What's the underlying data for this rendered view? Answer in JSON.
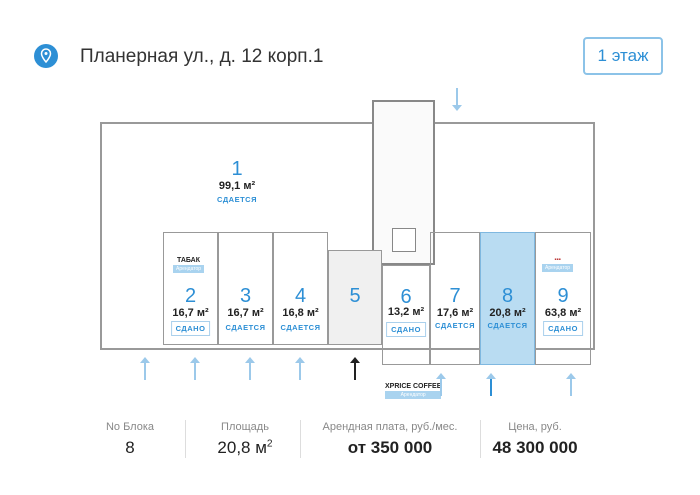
{
  "header": {
    "title": "Планерная ул., д. 12 корп.1",
    "floor_button": "1 этаж",
    "pin_icon": "map-pin-icon"
  },
  "plan": {
    "rooms": [
      {
        "num": "1",
        "area": "99,1 м²",
        "status": "СДАЕТСЯ"
      },
      {
        "num": "2",
        "area": "16,7 м²",
        "status": "СДАНО",
        "tenant": "ТАБАК",
        "tenant_sub": "Арендатор"
      },
      {
        "num": "3",
        "area": "16,7 м²",
        "status": "СДАЕТСЯ"
      },
      {
        "num": "4",
        "area": "16,8 м²",
        "status": "СДАЕТСЯ"
      },
      {
        "num": "5"
      },
      {
        "num": "6",
        "area": "13,2 м²",
        "status": "СДАНО"
      },
      {
        "num": "7",
        "area": "17,6 м²",
        "status": "СДАЕТСЯ"
      },
      {
        "num": "8",
        "area": "20,8 м²",
        "status": "СДАЕТСЯ"
      },
      {
        "num": "9",
        "area": "63,8 м²",
        "status": "СДАНО",
        "tenant_sub": "Арендатор"
      }
    ],
    "coffee_tag": "XPRICE COFFEE",
    "coffee_sub": "Арендатор",
    "selected_color": "#b9dcf2",
    "accent": "#2d8fd5"
  },
  "stats": {
    "block_label": "No Блока",
    "block_value": "8",
    "area_label": "Площадь",
    "area_value": "20,8 м",
    "rent_label": "Арендная плата, руб./мес.",
    "rent_value": "от 350 000",
    "price_label": "Цена, руб.",
    "price_value": "48 300 000"
  }
}
